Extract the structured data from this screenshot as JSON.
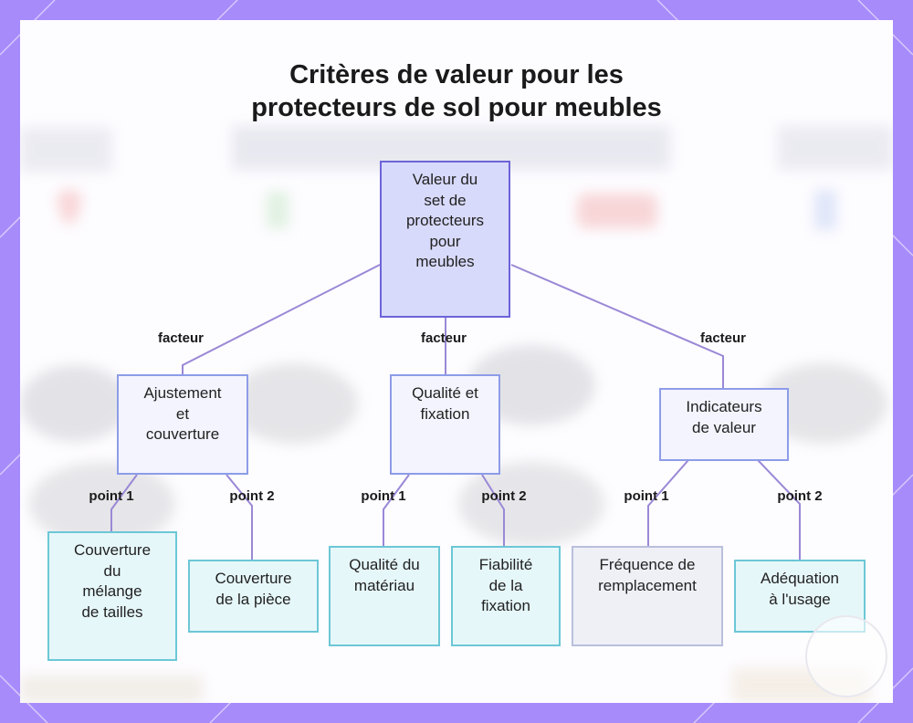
{
  "title": [
    "Critères de valeur pour les",
    "protecteurs de sol pour meubles"
  ],
  "nodes": {
    "root": [
      "Valeur du",
      "set de",
      "protecteurs",
      "pour",
      "meubles"
    ],
    "fit": [
      "Ajustement",
      "et",
      "couverture"
    ],
    "quality": [
      "Qualité et",
      "fixation"
    ],
    "value": [
      "Indicateurs",
      "de valeur"
    ],
    "size_mix": [
      "Couverture",
      "du",
      "mélange",
      "de tailles"
    ],
    "room": [
      "Couverture",
      "de la pièce"
    ],
    "material": [
      "Qualité du",
      "matériau"
    ],
    "attach": [
      "Fiabilité",
      "de la",
      "fixation"
    ],
    "replace": [
      "Fréquence de",
      "remplacement"
    ],
    "usage": [
      "Adéquation",
      "à l'usage"
    ]
  },
  "edges": {
    "factor": "facteur",
    "point1": "point 1",
    "point2": "point 2"
  },
  "colors": {
    "frame": "#a78bfa",
    "root_fill": "#d8dafb",
    "mid_fill": "#f3f4fd",
    "leaf_fill": "#e6f7fa",
    "edge": "#9a88d6"
  }
}
